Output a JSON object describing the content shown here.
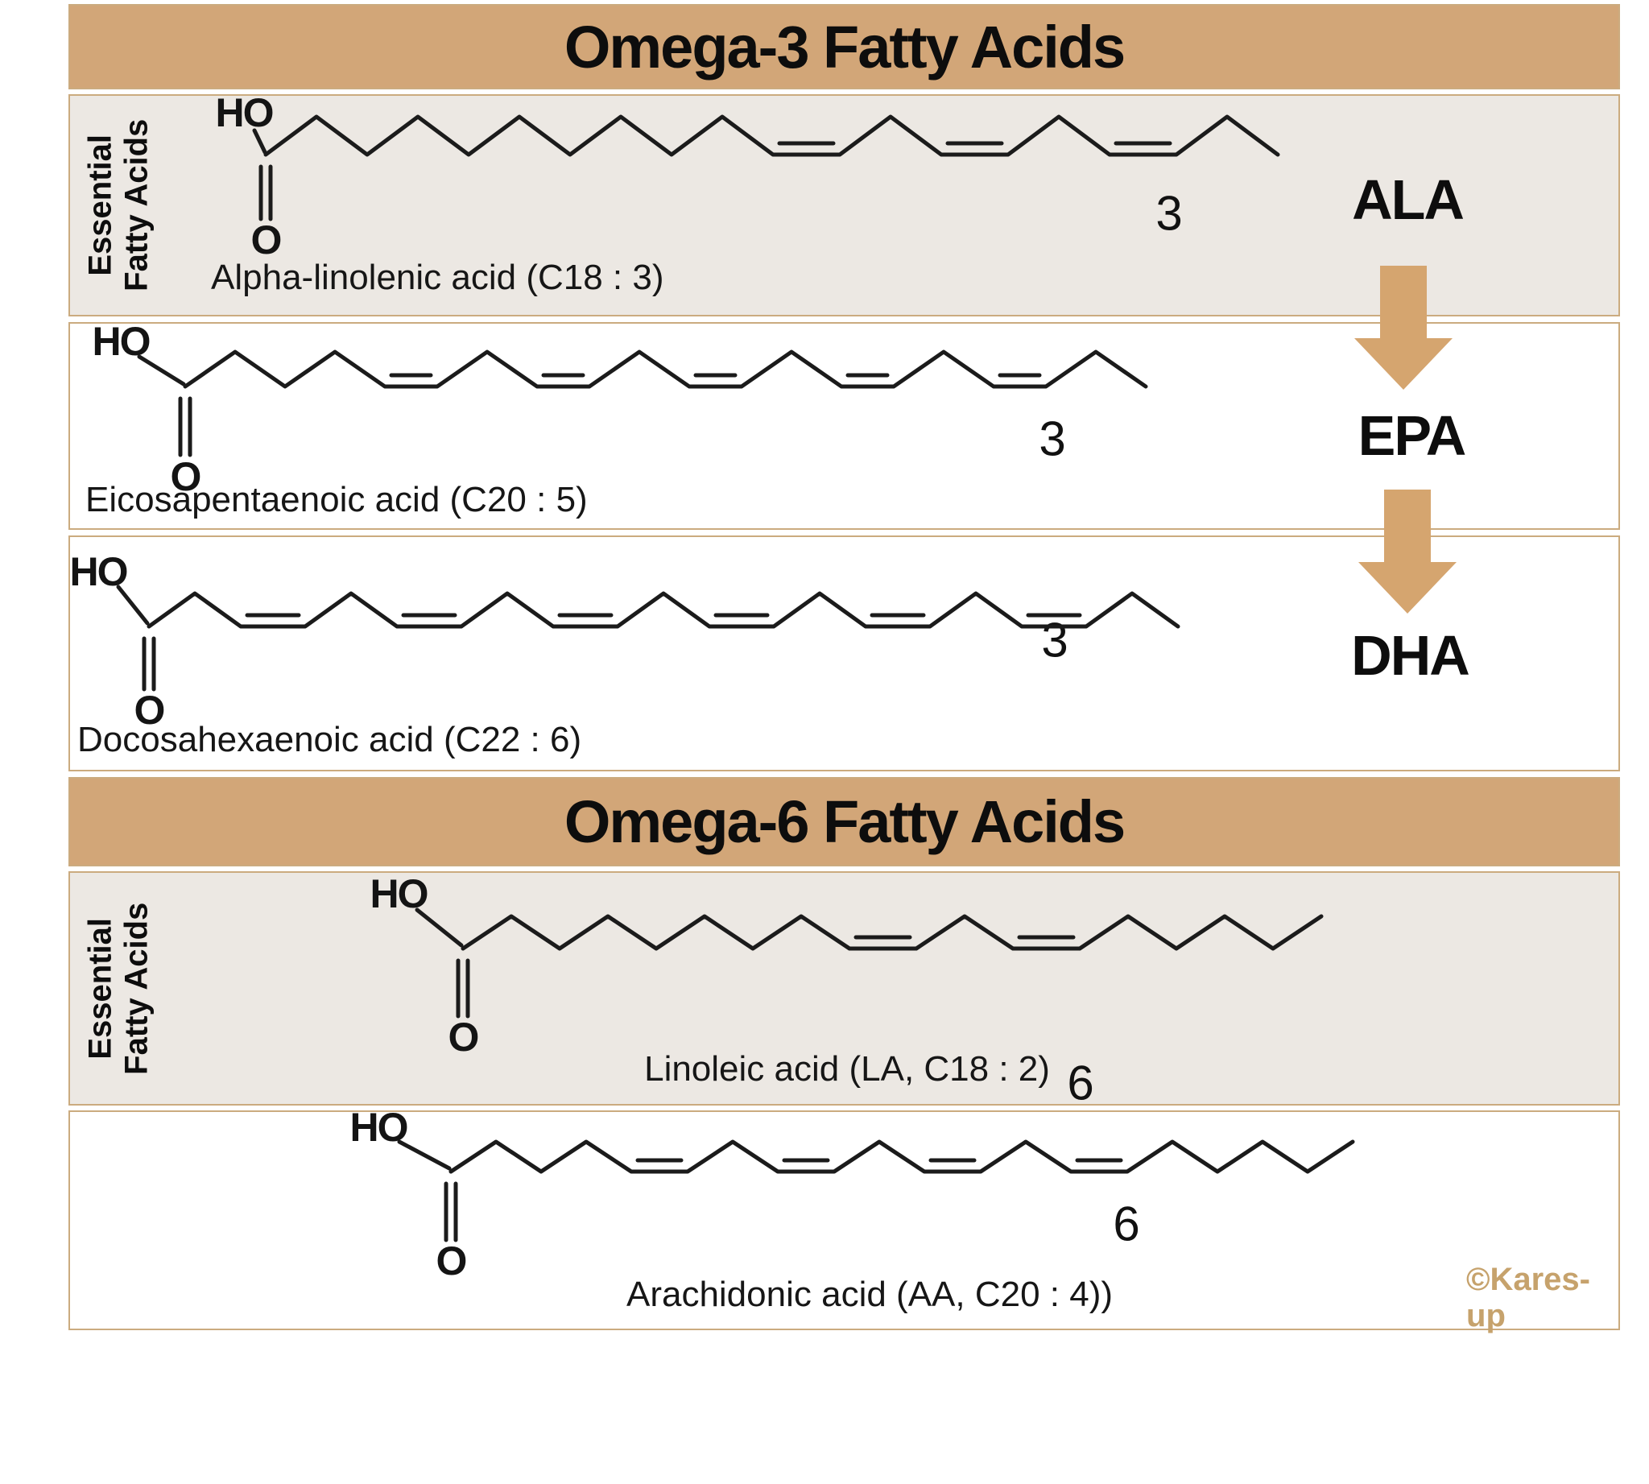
{
  "omega3": {
    "header": "Omega-3 Fatty Acids",
    "side_label": {
      "line1": "Essential",
      "line2": "Fatty Acids"
    },
    "rows": [
      {
        "name": "Alpha-linolenic acid (C18 : 3)",
        "abbr": "ALA",
        "omega_position": "3",
        "acid_group": "HO",
        "carbonyl_oxygen": "O"
      },
      {
        "name": "Eicosapentaenoic acid (C20 : 5)",
        "abbr": "EPA",
        "omega_position": "3",
        "acid_group": "HO",
        "carbonyl_oxygen": "O"
      },
      {
        "name": "Docosahexaenoic acid (C22 : 6)",
        "abbr": "DHA",
        "omega_position": "3",
        "acid_group": "HO",
        "carbonyl_oxygen": "O"
      }
    ]
  },
  "omega6": {
    "header": "Omega-6 Fatty Acids",
    "side_label": {
      "line1": "Essential",
      "line2": "Fatty Acids"
    },
    "rows": [
      {
        "name": "Linoleic acid (LA, C18 : 2)",
        "omega_position": "6",
        "acid_group": "HO",
        "carbonyl_oxygen": "O"
      },
      {
        "name": "Arachidonic acid (AA, C20 : 4))",
        "omega_position": "6",
        "acid_group": "HO",
        "carbonyl_oxygen": "O"
      }
    ]
  },
  "watermark": "©Kares-up",
  "colors": {
    "header_bg": "#d2a678",
    "row_highlight_bg": "#ece8e3",
    "arrow": "#d5a56f",
    "border": "#cbab7f",
    "structure_line": "#1b1b1b",
    "watermark": "#c6a26c"
  }
}
